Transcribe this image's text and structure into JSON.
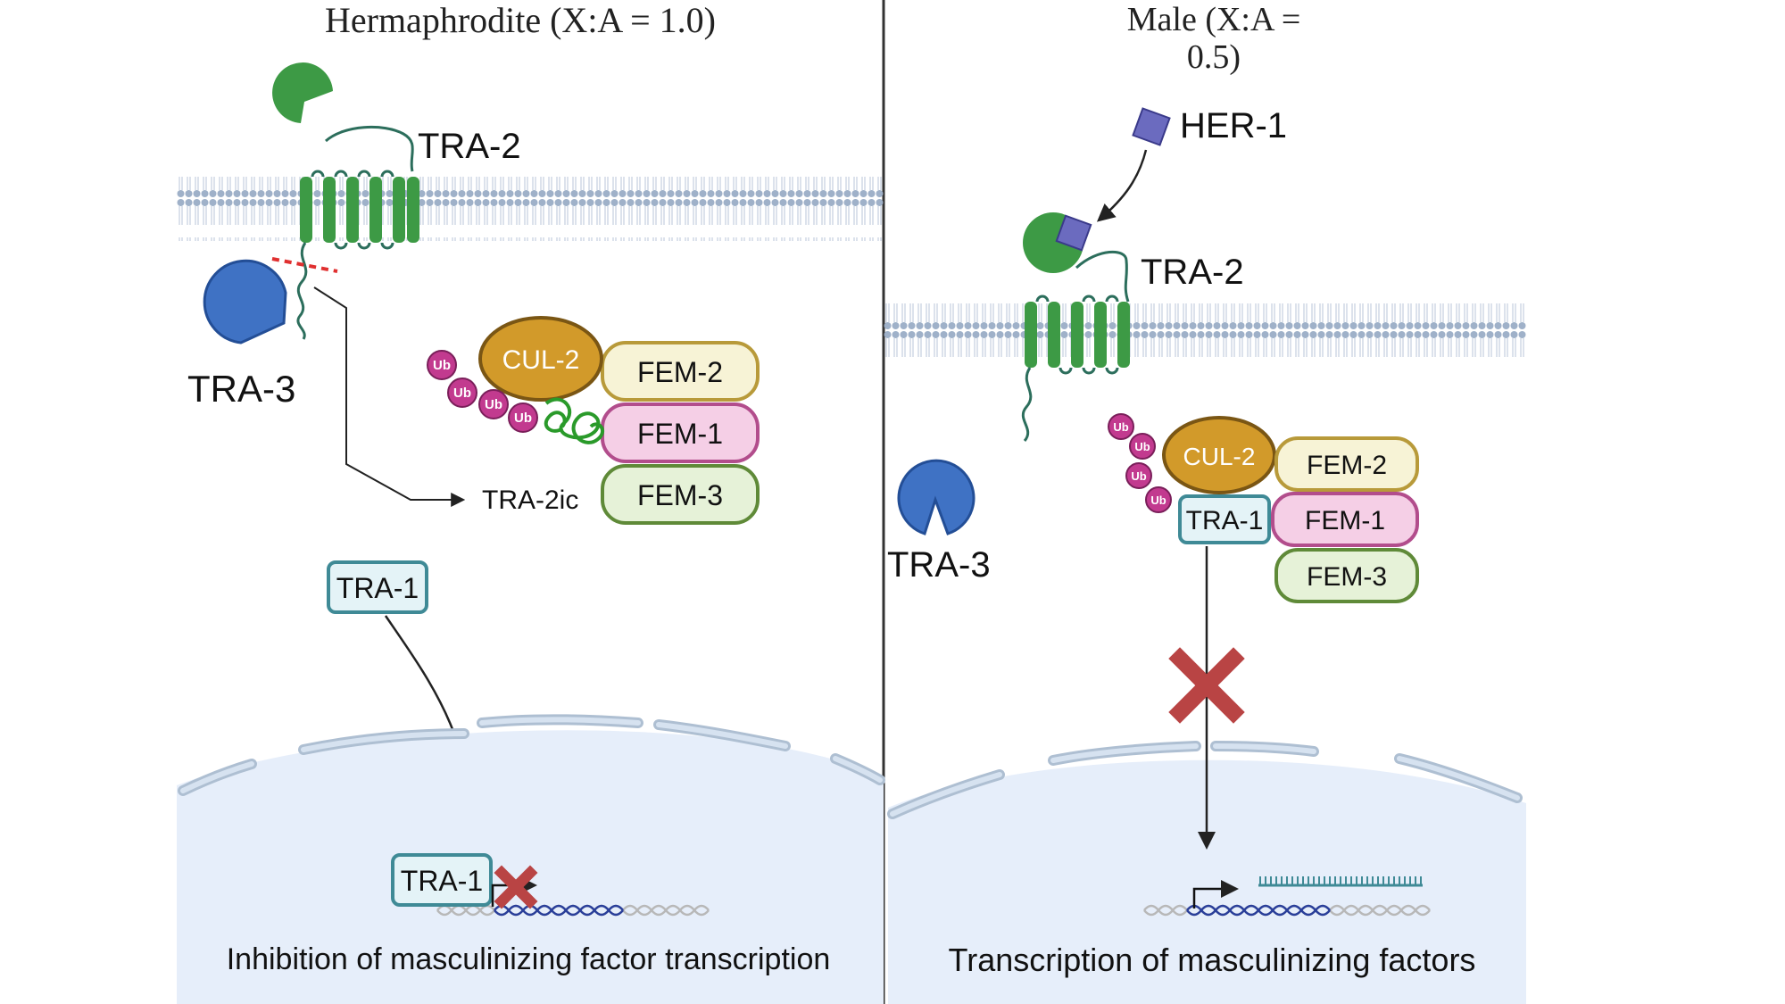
{
  "panels": {
    "left": {
      "title": "Hermaphrodite (X:A = 1.0)",
      "tra2_label": "TRA-2",
      "tra3_label": "TRA-3",
      "tra2ic_label": "TRA-2ic",
      "cul2_label": "CUL-2",
      "fem2_label": "FEM-2",
      "fem1_label": "FEM-1",
      "fem3_label": "FEM-3",
      "ub_labels": [
        "Ub",
        "Ub",
        "Ub",
        "Ub"
      ],
      "tra1_label": "TRA-1",
      "tra1_nuclear_label": "TRA-1",
      "caption": "Inhibition of masculinizing factor transcription"
    },
    "right": {
      "title_line1": "Male (X:A =",
      "title_line2": "0.5)",
      "her1_label": "HER-1",
      "tra2_label": "TRA-2",
      "tra3_label": "TRA-3",
      "cul2_label": "CUL-2",
      "tra1_label": "TRA-1",
      "fem2_label": "FEM-2",
      "fem1_label": "FEM-1",
      "fem3_label": "FEM-3",
      "ub_labels": [
        "Ub",
        "Ub",
        "Ub",
        "Ub"
      ],
      "caption": "Transcription of masculinizing factors"
    }
  },
  "colors": {
    "membrane": "#9fb1c9",
    "tra2_green": "#3d9a45",
    "tra3_blue": "#3f72c4",
    "her1_purple": "#6b6bbf",
    "cul2_gold": "#d29a2a",
    "fem2_fill": "#f7f3d6",
    "fem2_stroke": "#b89a3a",
    "fem1_fill": "#f5cfe6",
    "fem1_stroke": "#b24d8c",
    "fem3_fill": "#e6f2d8",
    "fem3_stroke": "#5f8a38",
    "tra1_fill": "#e4f3f7",
    "tra1_stroke": "#3f8a96",
    "ub_pink": "#c23a8f",
    "block_red": "#b94444",
    "nucleus_fill": "#e6eefa"
  }
}
